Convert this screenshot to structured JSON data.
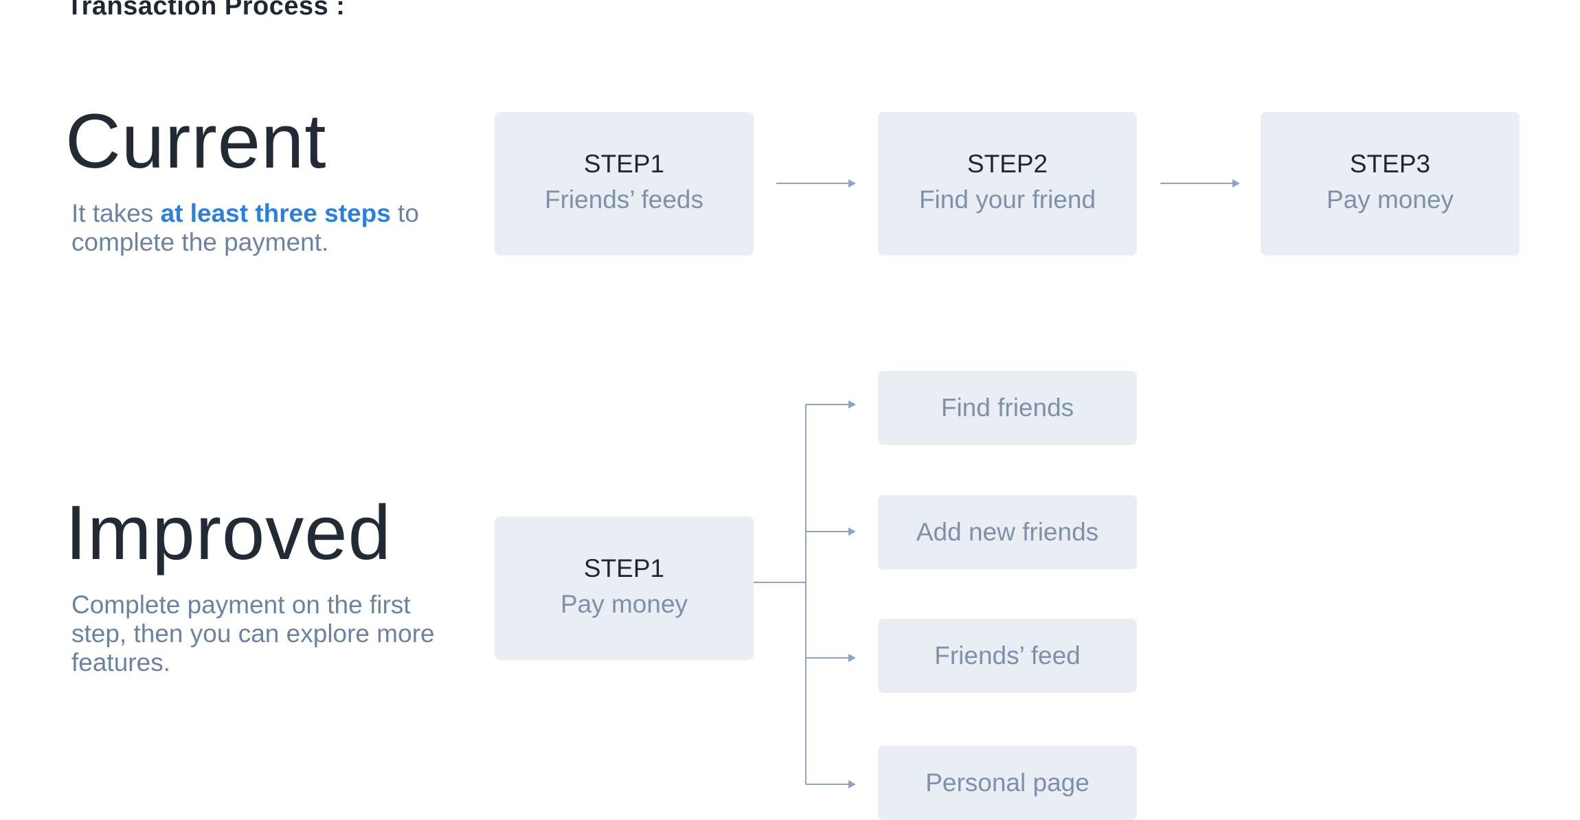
{
  "heading": "Transaction Process :",
  "current": {
    "title": "Current",
    "description_pre": "It takes ",
    "description_highlight": "at least three steps",
    "description_post": " to complete the payment.",
    "steps": [
      {
        "label": "STEP1",
        "desc": "Friends’ feeds"
      },
      {
        "label": "STEP2",
        "desc": "Find your friend"
      },
      {
        "label": "STEP3",
        "desc": "Pay money"
      }
    ]
  },
  "improved": {
    "title": "Improved",
    "description": "Complete payment on the first step, then you can explore more features.",
    "step": {
      "label": "STEP1",
      "desc": "Pay money"
    },
    "features": [
      "Find friends",
      "Add new friends",
      "Friends’ feed",
      "Personal page"
    ]
  },
  "colors": {
    "box_fill": "#e9eef5",
    "connector": "#8ea3c0",
    "highlight": "#2d7fd8",
    "title_text": "#222a36",
    "muted_text": "#7f90a8"
  }
}
